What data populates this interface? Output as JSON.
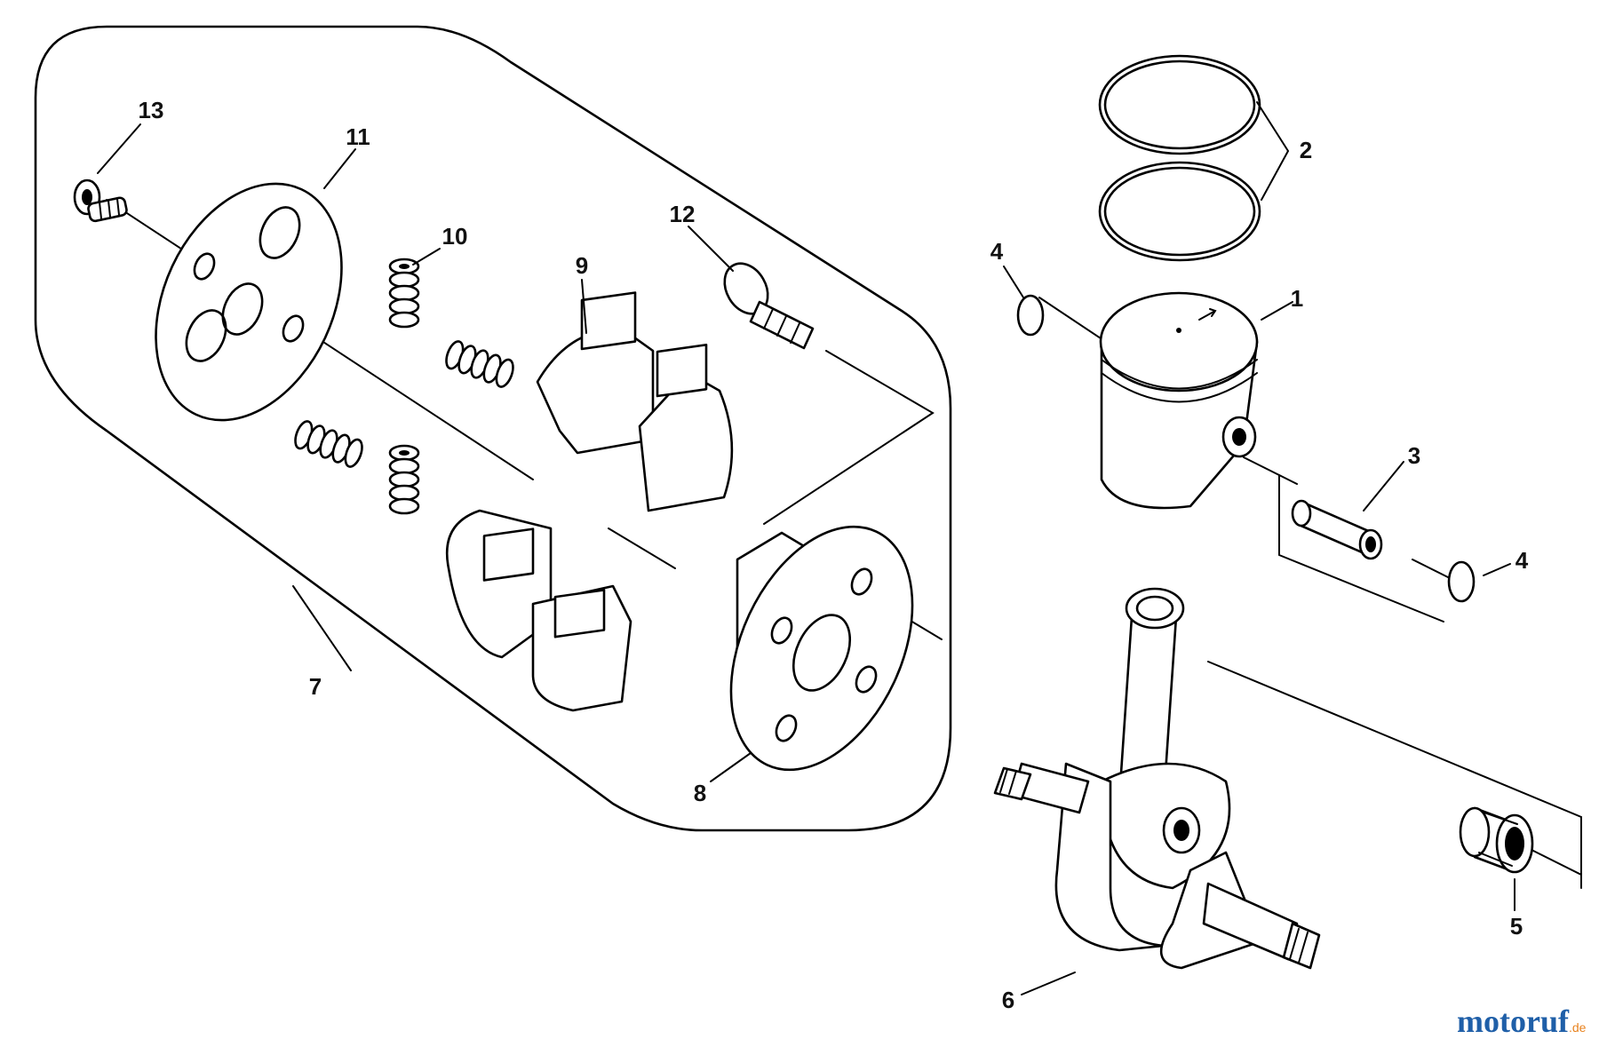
{
  "callouts": {
    "p1": "1",
    "p2": "2",
    "p3": "3",
    "p4a": "4",
    "p4b": "4",
    "p5": "5",
    "p6": "6",
    "p7": "7",
    "p8": "8",
    "p9": "9",
    "p10": "10",
    "p11": "11",
    "p12": "12",
    "p13": "13"
  },
  "watermark": {
    "brand": "motoruf",
    "tld": ".de"
  },
  "colors": {
    "ink": "#000000",
    "paper": "#ffffff",
    "wm_blue": "#1f5fa8",
    "wm_orange": "#e8821e"
  }
}
